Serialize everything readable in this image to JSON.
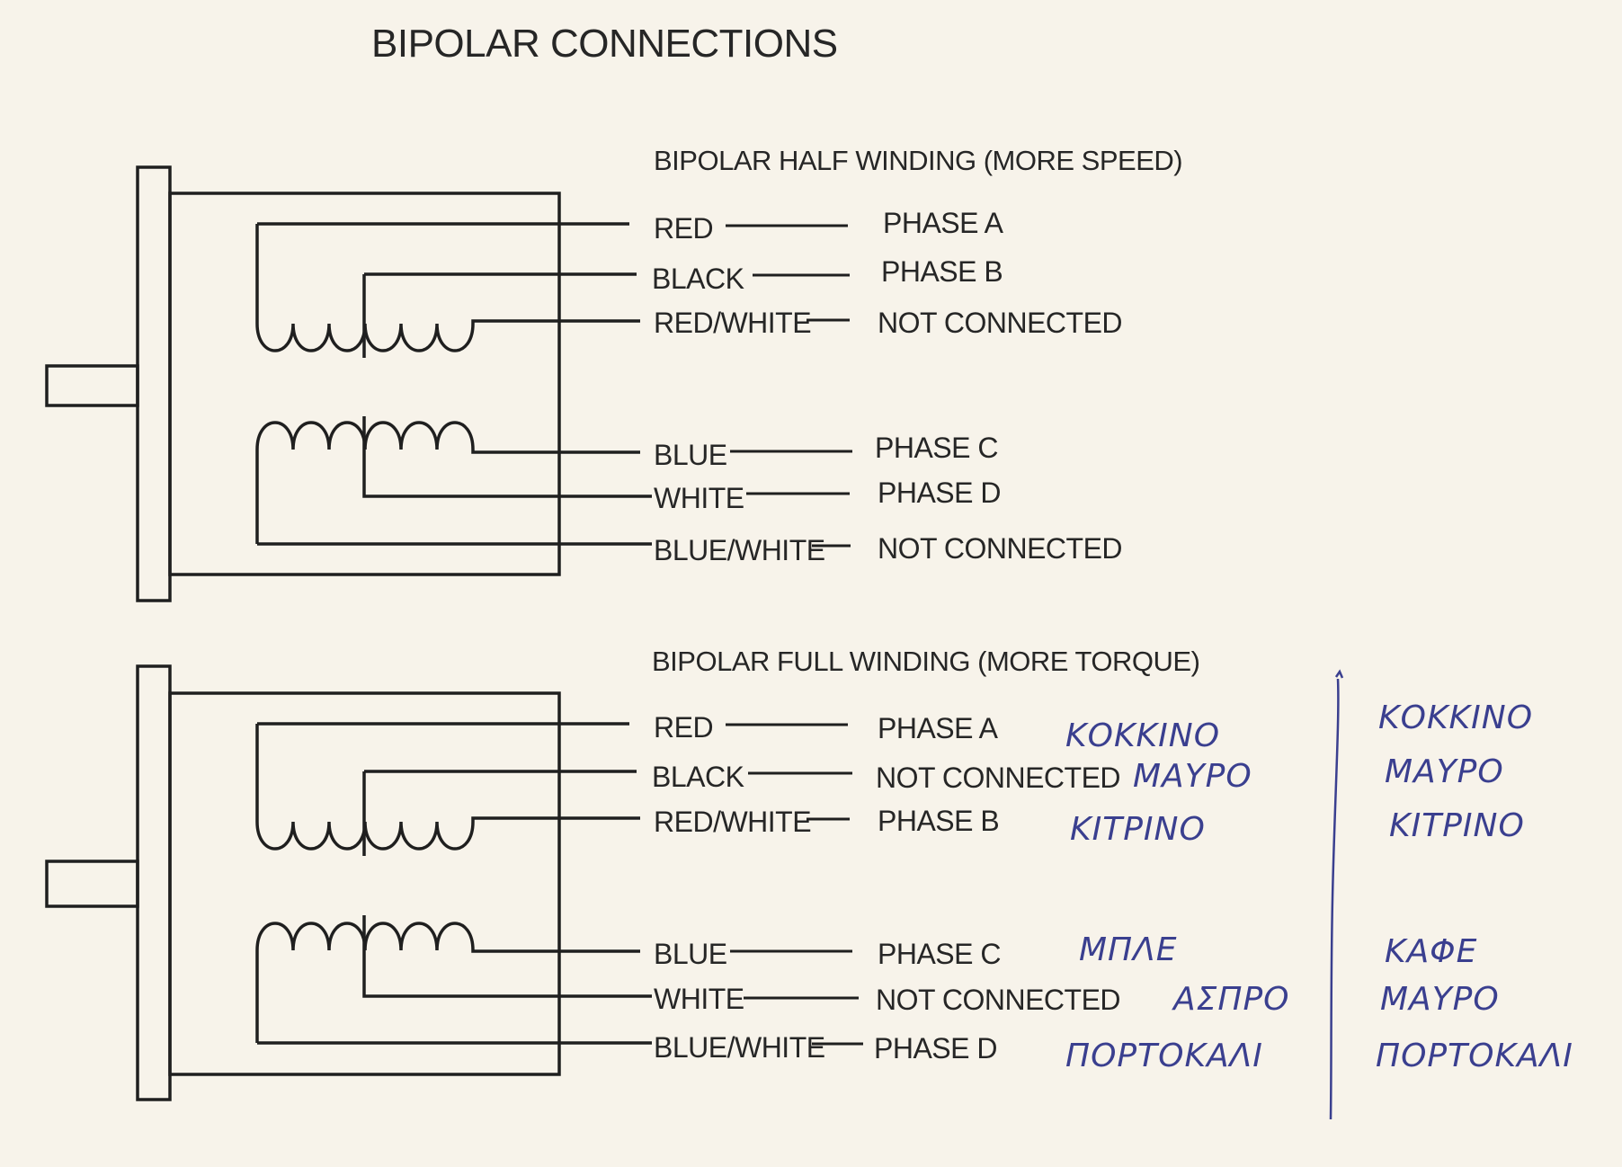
{
  "title": "BIPOLAR CONNECTIONS",
  "sections": [
    {
      "heading": "BIPOLAR HALF WINDING (MORE SPEED)",
      "coil1": [
        {
          "wire": "RED",
          "connection": "PHASE A"
        },
        {
          "wire": "BLACK",
          "connection": "PHASE B"
        },
        {
          "wire": "RED/WHITE",
          "connection": "NOT CONNECTED"
        }
      ],
      "coil2": [
        {
          "wire": "BLUE",
          "connection": "PHASE C"
        },
        {
          "wire": "WHITE",
          "connection": "PHASE D"
        },
        {
          "wire": "BLUE/WHITE",
          "connection": "NOT CONNECTED"
        }
      ]
    },
    {
      "heading": "BIPOLAR FULL WINDING (MORE TORQUE)",
      "coil1": [
        {
          "wire": "RED",
          "connection": "PHASE A"
        },
        {
          "wire": "BLACK",
          "connection": "NOT CONNECTED"
        },
        {
          "wire": "RED/WHITE",
          "connection": "PHASE B"
        }
      ],
      "coil2": [
        {
          "wire": "BLUE",
          "connection": "PHASE C"
        },
        {
          "wire": "WHITE",
          "connection": "NOT CONNECTED"
        },
        {
          "wire": "BLUE/WHITE",
          "connection": "PHASE D"
        }
      ]
    }
  ],
  "handwritten_notes": {
    "column_1": [
      "ΚΟΚΚΙΝΟ",
      "ΜΑΥΡΟ",
      "ΚΙΤΡΙΝΟ",
      "ΜΠΛΕ",
      "ΑΣΠΡΟ",
      "ΠΟΡΤΟΚΑΛΙ"
    ],
    "column_2": [
      "ΚΟΚΚΙΝΟ",
      "ΜΑΥΡΟ",
      "ΚΙΤΡΙΝΟ",
      "ΚΑΦΕ",
      "ΜΑΥΡΟ",
      "ΠΟΡΤΟΚΑΛΙ"
    ]
  },
  "colors": {
    "paper": "#f7f3ea",
    "ink": "#1f1f1f",
    "pen": "#3a3f8f"
  }
}
